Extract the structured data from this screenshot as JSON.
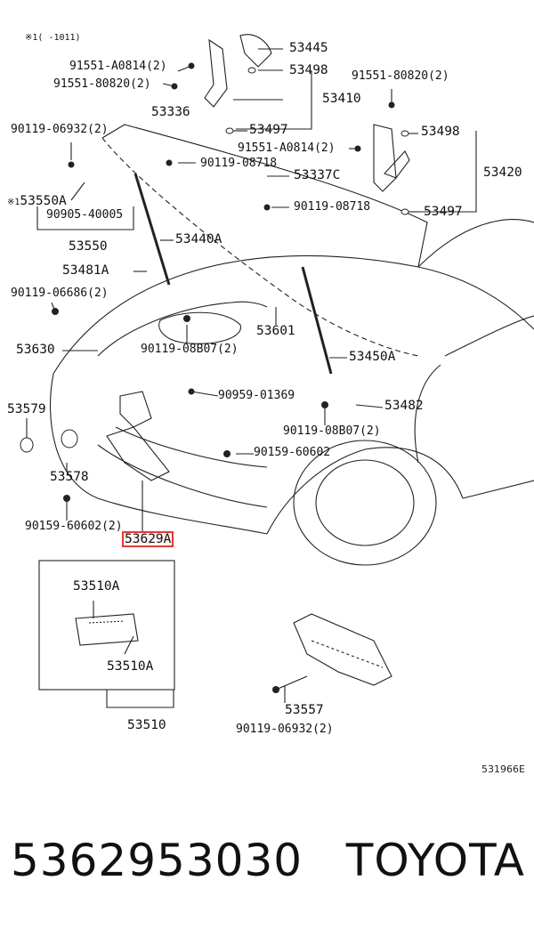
{
  "note": "※1(    -1011)",
  "labels": {
    "l53445": "53445",
    "l53498a": "53498",
    "l53410": "53410",
    "l91551a0814a": "91551-A0814(2)",
    "l91551_80820a": "91551-80820(2)",
    "l91551_80820b": "91551-80820(2)",
    "l53336": "53336",
    "l53497a": "53497",
    "l90119_06932a": "90119-06932(2)",
    "l53498b": "53498",
    "l91551a0814b": "91551-A0814(2)",
    "l90119_08718a": "90119-08718",
    "l53337c": "53337C",
    "l53420": "53420",
    "l53550a": "53550A",
    "l90905_40005": "90905-40005",
    "l90119_08718b": "90119-08718",
    "l53497b": "53497",
    "l53440a": "53440A",
    "l53550": "53550",
    "l53481a": "53481A",
    "l90119_06686": "90119-06686(2)",
    "l53601": "53601",
    "l90119_08b07a": "90119-08B07(2)",
    "l53630": "53630",
    "l53450a": "53450A",
    "l90959_01369": "90959-01369",
    "l53579": "53579",
    "l53482": "53482",
    "l90119_08b07b": "90119-08B07(2)",
    "l90159_60602a": "90159-60602",
    "l53578": "53578",
    "l90159_60602b": "90159-60602(2)",
    "l53629a": "53629A",
    "l53510a1": "53510A",
    "l53510a2": "53510A",
    "l53557": "53557",
    "l90119_06932b": "90119-06932(2)",
    "l53510": "53510"
  },
  "diagram_code": "531966E",
  "footer": {
    "part_number": "5362953030",
    "brand": "TOYOTA"
  },
  "colors": {
    "highlight": "#e53935",
    "ink": "#111111"
  }
}
